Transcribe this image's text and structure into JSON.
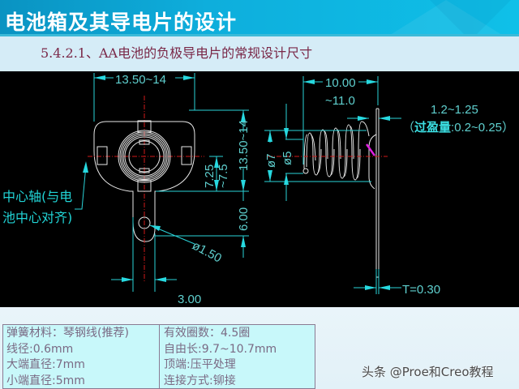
{
  "header": {
    "title": "电池箱及其导电片的设计",
    "subtitle": "5.4.2.1、AA电池的负极导电片的常规设计尺寸"
  },
  "drawing": {
    "front_view": {
      "width_dim": "13.50~14",
      "height_dim": "13.50~14",
      "center_height_dim_1": "7.25",
      "center_height_dim_2": "~7.5",
      "tab_length_dim": "6.00",
      "hole_dim": "ø1.50",
      "tab_width_dim": "3.00",
      "annotation_line1": "中心轴(与电",
      "annotation_line2": "池中心对齐)"
    },
    "side_view": {
      "spring_length_dim_1": "10.00",
      "spring_length_dim_2": "~11.0",
      "large_dia_dim": "ø7",
      "small_dia_dim": "ø5",
      "offset_dim": "1.2~1.25",
      "interference_label_open": "（",
      "interference_label_bold": "过盈量",
      "interference_label_value": ":0.2~0.25）",
      "thickness_dim": "T=0.30"
    },
    "colors": {
      "background": "#000000",
      "dimension": "#2ad3d8",
      "part_outline": "#e8e8e8",
      "center_line": "#d21a1a",
      "highlight": "#e020e0"
    }
  },
  "spec_table": {
    "left": [
      "弹簧材料：琴钢线(推荐)",
      "线径:0.6mm",
      "大端直径:7mm",
      "小端直径:5mm"
    ],
    "right": [
      "有效圈数：4.5圈",
      "自由长:9.7~10.7mm",
      "顶端:压平处理",
      "连接方式:铆接"
    ]
  },
  "watermark": "头条 @Proe和Creo教程"
}
